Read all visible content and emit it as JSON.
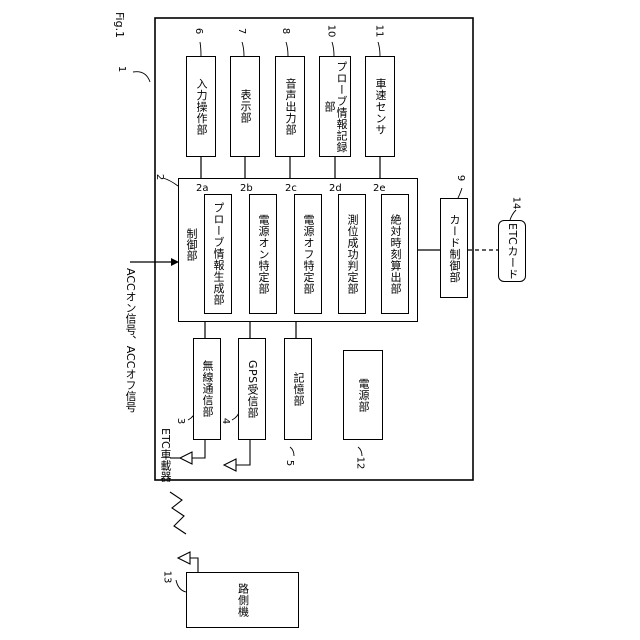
{
  "figure_label": "Fig.1",
  "device": {
    "ref": "1",
    "label": "ETC車載器"
  },
  "signal_label": "ACCオン信号、ACCオフ信号",
  "top_blocks": [
    {
      "ref": "6",
      "label": "入力操作部"
    },
    {
      "ref": "7",
      "label": "表示部"
    },
    {
      "ref": "8",
      "label": "音声出力部"
    },
    {
      "ref": "10",
      "label": "プローブ情報記録部"
    },
    {
      "ref": "11",
      "label": "車速センサ"
    }
  ],
  "controller": {
    "ref": "2",
    "label": "制御部",
    "sub_units": [
      {
        "ref": "2a",
        "label": "プローブ情報生成部"
      },
      {
        "ref": "2b",
        "label": "電源オン特定部"
      },
      {
        "ref": "2c",
        "label": "電源オフ特定部"
      },
      {
        "ref": "2d",
        "label": "測位成功判定部"
      },
      {
        "ref": "2e",
        "label": "絶対時刻算出部"
      }
    ]
  },
  "card_control": {
    "ref": "9",
    "label": "カード制御部"
  },
  "etc_card": {
    "ref": "14",
    "label": "ETCカード"
  },
  "bottom_blocks": [
    {
      "ref": "3",
      "label": "無線通信部"
    },
    {
      "ref": "4",
      "label": "GPS受信部"
    },
    {
      "ref": "5",
      "label": "記憶部"
    },
    {
      "ref": "12",
      "label": "電源部"
    }
  ],
  "roadside": {
    "ref": "13",
    "label": "路側機"
  }
}
